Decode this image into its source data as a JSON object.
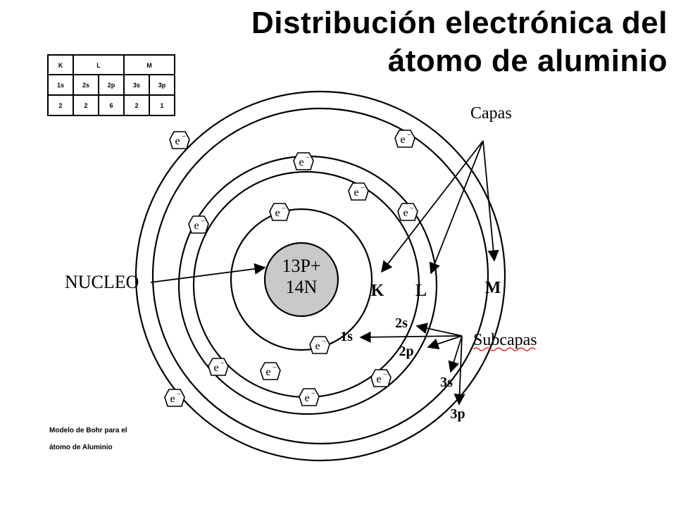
{
  "title": {
    "line1": "Distribución electrónica del",
    "line2": "átomo de aluminio"
  },
  "nucleus": {
    "protons": "13P+",
    "neutrons": "14N"
  },
  "labels": {
    "nucleo": "NUCLEO",
    "capas": "Capas",
    "subcapas": "Subcapas",
    "shell_k": "K",
    "shell_l": "L",
    "shell_m": "M",
    "sub_1s": "1s",
    "sub_2s": "2s",
    "sub_2p": "2p",
    "sub_3s": "3s",
    "sub_3p": "3p"
  },
  "electron_label": "e",
  "config_table": {
    "shells": [
      "K",
      "L",
      "M"
    ],
    "subshells": [
      "1s",
      "2s",
      "2p",
      "3s",
      "3p"
    ],
    "counts": [
      "2",
      "2",
      "6",
      "2",
      "1"
    ]
  },
  "caption": {
    "line1": "Modelo de Bohr para el",
    "line2": "átomo de Aluminio"
  },
  "colors": {
    "nucleus_fill": "#c9c9c9",
    "line": "#000000",
    "squiggle": "#d0312d"
  }
}
